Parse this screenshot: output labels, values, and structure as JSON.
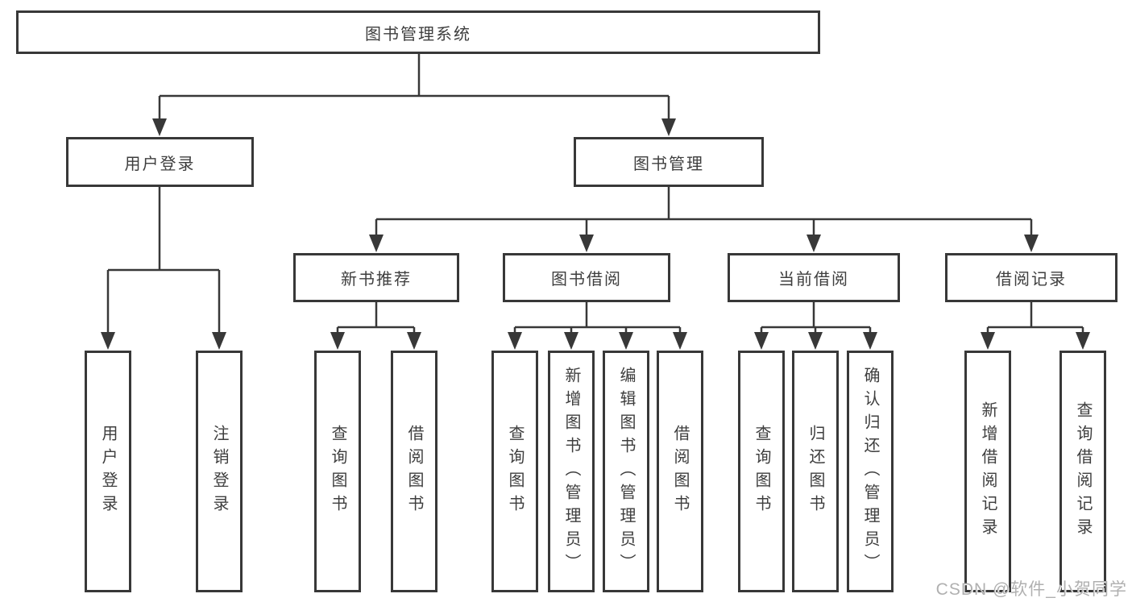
{
  "tree": {
    "label": "图书管理系统",
    "children": [
      {
        "label": "用户登录",
        "children": [
          {
            "label": "用户登录"
          },
          {
            "label": "注销登录"
          }
        ]
      },
      {
        "label": "图书管理",
        "children": [
          {
            "label": "新书推荐",
            "children": [
              {
                "label": "查询图书"
              },
              {
                "label": "借阅图书"
              }
            ]
          },
          {
            "label": "图书借阅",
            "children": [
              {
                "label": "查询图书"
              },
              {
                "label": "新增图书（管理员）"
              },
              {
                "label": "编辑图书（管理员）"
              },
              {
                "label": "借阅图书"
              }
            ]
          },
          {
            "label": "当前借阅",
            "children": [
              {
                "label": "查询图书"
              },
              {
                "label": "归还图书"
              },
              {
                "label": "确认归还（管理员）"
              }
            ]
          },
          {
            "label": "借阅记录",
            "children": [
              {
                "label": "新增借阅记录"
              },
              {
                "label": "查询借阅记录"
              }
            ]
          }
        ]
      }
    ]
  },
  "watermark": "CSDN @软件_小贺同学",
  "colors": {
    "line": "#383838",
    "border": "#383838",
    "text": "#3e3e3e",
    "watermark": "#b0b0b0",
    "background": "#ffffff"
  }
}
